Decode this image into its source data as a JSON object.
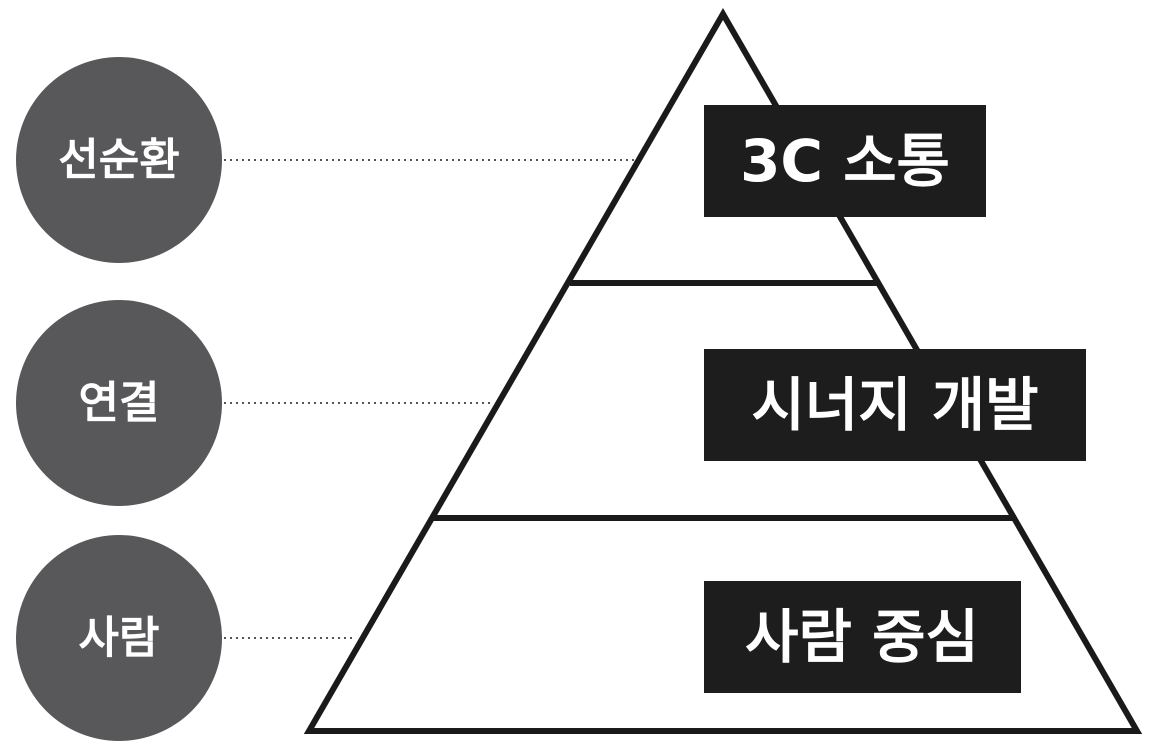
{
  "colors": {
    "background": "#ffffff",
    "outline": "#1a1a1a",
    "circle_fill": "#58585a",
    "label_box_fill": "#1d1d1d",
    "label_text": "#ffffff",
    "connector": "#555555"
  },
  "levels": [
    {
      "circle_label": "선순환",
      "tier_label": "3C 소통"
    },
    {
      "circle_label": "연결",
      "tier_label": "시너지 개발"
    },
    {
      "circle_label": "사람",
      "tier_label": "사람 중심"
    }
  ]
}
